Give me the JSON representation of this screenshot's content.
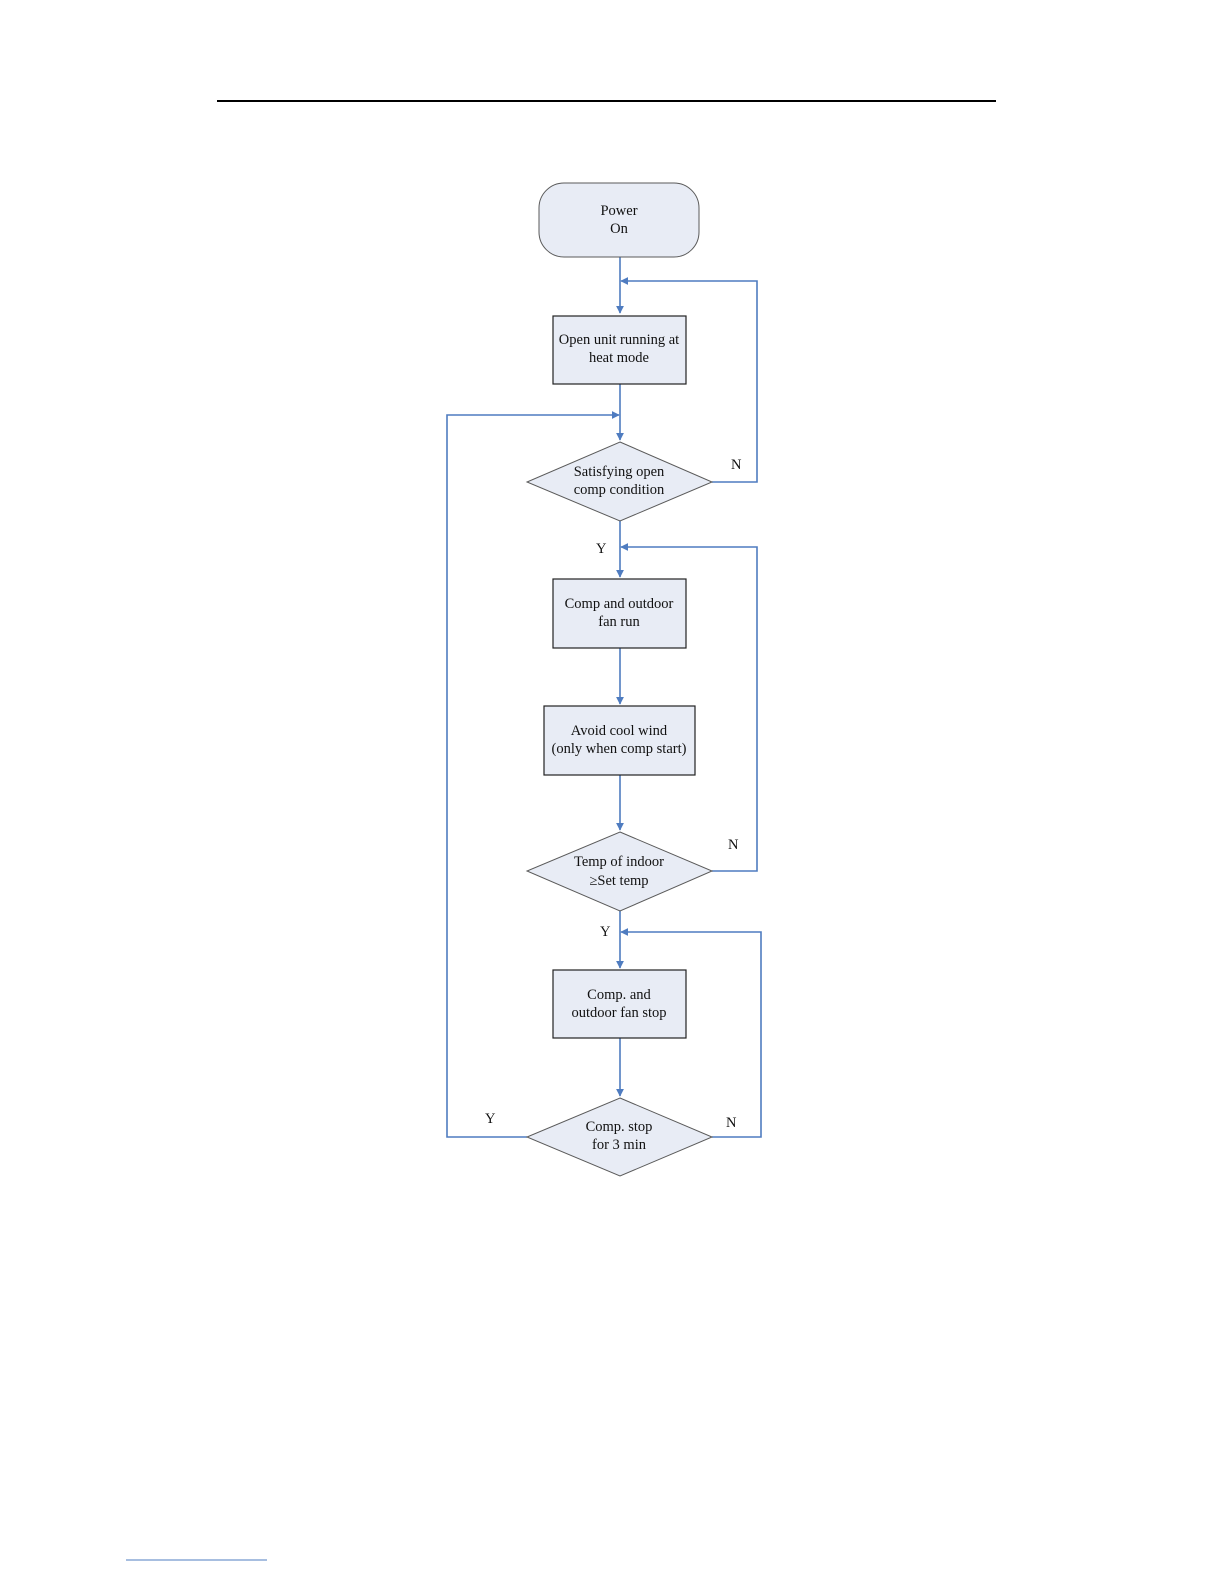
{
  "nodes": {
    "power_on": {
      "line1": "Power",
      "line2": "On"
    },
    "open_unit": {
      "line1": "Open unit running at",
      "line2": "heat mode"
    },
    "satisfying": {
      "line1": "Satisfying open",
      "line2": "comp condition"
    },
    "comp_fan_run": {
      "line1": "Comp and outdoor",
      "line2": "fan run"
    },
    "avoid_cool": {
      "line1": "Avoid cool wind",
      "line2": "(only when comp start)"
    },
    "temp_indoor": {
      "line1": "Temp of indoor",
      "line2": "≥Set temp"
    },
    "comp_fan_stop": {
      "line1": "Comp. and",
      "line2": "outdoor fan stop"
    },
    "comp_stop_3min": {
      "line1": "Comp. stop",
      "line2": "for 3 min"
    }
  },
  "edges": {
    "satisfying_no": "N",
    "satisfying_yes": "Y",
    "temp_no": "N",
    "temp_yes": "Y",
    "stop3_yes": "Y",
    "stop3_no": "N"
  },
  "colors": {
    "connector": "#4f7cc0",
    "node_fill": "#e8ecf5"
  }
}
